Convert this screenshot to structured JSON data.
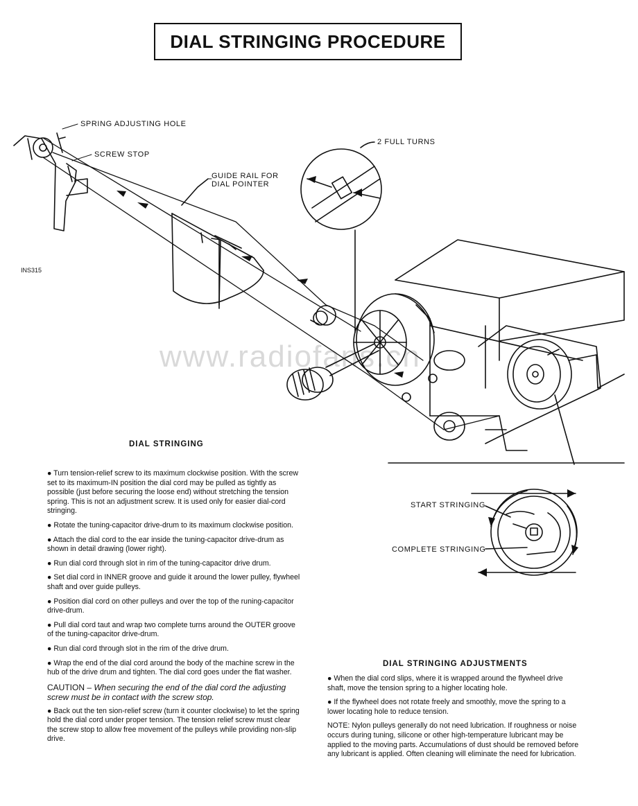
{
  "title": "DIAL STRINGING PROCEDURE",
  "diagram": {
    "ref_code": "INS315",
    "watermark": "www.radiofans.cn",
    "labels": {
      "spring_adjusting_hole": "SPRING ADJUSTING HOLE",
      "screw_stop": "SCREW STOP",
      "guide_rail_line1": "GUIDE RAIL FOR",
      "guide_rail_line2": "DIAL POINTER",
      "full_turns": "2 FULL TURNS",
      "start_stringing": "START STRINGING",
      "complete_stringing": "COMPLETE STRINGING"
    }
  },
  "dial_stringing": {
    "heading": "DIAL STRINGING",
    "steps": [
      "● Turn tension-relief screw to its maximum clockwise position. With the screw set to its maximum-IN position the dial cord may be pulled as tightly as possible (just before securing the loose end) without stretching the tension spring. This is not an adjustment screw. It is used only for easier dial-cord stringing.",
      "● Rotate the tuning-capacitor drive-drum to its maximum clockwise position.",
      "● Attach the dial cord to the ear inside the tuning-capacitor drive-drum as shown in detail drawing (lower right).",
      "● Run dial cord through slot in rim of the tuning-capacitor drive drum.",
      "● Set dial cord in INNER groove and guide it around the lower pulley, flywheel shaft and over guide pulleys.",
      "● Position dial cord on other pulleys and over the top of the runing-capacitor drive-drum.",
      "● Pull dial cord taut and wrap two complete turns around the OUTER groove of the tuning-capacitor drive-drum.",
      "● Run dial cord through slot in the rim of the drive drum.",
      "● Wrap the end of the dial cord around the body of the machine screw in the hub of the drive drum and tighten. The dial cord goes under the flat washer."
    ],
    "caution_prefix": "CAUTION –",
    "caution_text": "When securing the end of the dial cord the adjusting screw must be in contact with the screw stop.",
    "final_step": "● Back out the ten sion-relief screw (turn it counter clockwise) to let the spring hold the dial cord under proper tension. The tension relief screw must clear the screw stop to allow free movement of the pulleys while providing non-slip drive."
  },
  "adjustments": {
    "heading": "DIAL STRINGING ADJUSTMENTS",
    "items": [
      "● When the dial cord slips, where it is wrapped around the flywheel drive shaft, move the tension spring to a higher locating hole.",
      "● If the flywheel does not rotate freely and smoothly, move the spring to a lower locating hole to reduce tension."
    ],
    "note": "NOTE: Nylon pulleys generally do not need lubrication. If roughness or noise occurs during tuning, silicone or other high-temperature lubricant may be applied to the moving parts. Accumulations of dust should be removed before any lubricant is applied. Often cleaning will eliminate the need for lubrication."
  }
}
